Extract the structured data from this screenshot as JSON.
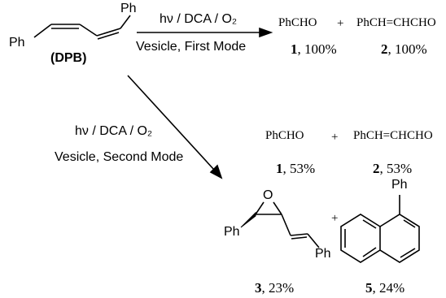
{
  "reactant": {
    "ph_top": "Ph",
    "ph_left": "Ph",
    "abbr": "(DPB)"
  },
  "first_mode": {
    "conditions_top": "hν / DCA / O₂",
    "conditions_bottom": "Vesicle, First Mode",
    "product_a": {
      "formula": "PhCHO",
      "number": "1",
      "yield": ", 100%"
    },
    "plus": "+",
    "product_b": {
      "formula": "PhCH=CHCHO",
      "number": "2",
      "yield": ", 100%"
    }
  },
  "second_mode": {
    "conditions_top": "hν / DCA / O₂",
    "conditions_bottom": "Vesicle, Second Mode",
    "product_a": {
      "formula": "PhCHO",
      "number": "1",
      "yield": ", 53%"
    },
    "plus": "+",
    "product_b": {
      "formula": "PhCH=CHCHO",
      "number": "2",
      "yield": ", 53%"
    },
    "epoxide": {
      "oxygen": "O",
      "ph_left": "Ph",
      "ph_right": "Ph",
      "number": "3",
      "yield": ", 23%"
    },
    "plus2": "+",
    "naphthalene": {
      "ph": "Ph",
      "number": "5",
      "yield": ", 24%"
    }
  }
}
